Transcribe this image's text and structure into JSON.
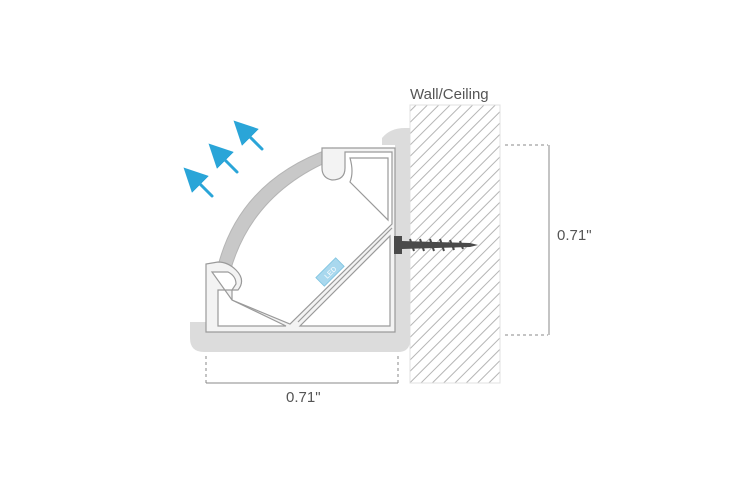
{
  "labels": {
    "wall": "Wall/Ceiling",
    "width_dim": "0.71\"",
    "height_dim": "0.71\"",
    "led": "LED"
  },
  "colors": {
    "profile_fill": "#f3f3f3",
    "profile_stroke": "#9a9a9a",
    "shadow": "#dcdcdc",
    "diffuser": "#c8c8c8",
    "led_strip": "#a9d8ee",
    "light_arrow": "#2aa5d8",
    "wall_hatch": "#b5b5b5",
    "screw": "#4a4a4a",
    "dimension_line": "#8a8a8a"
  },
  "icons": [
    "light-arrow-icon",
    "screw-icon"
  ]
}
